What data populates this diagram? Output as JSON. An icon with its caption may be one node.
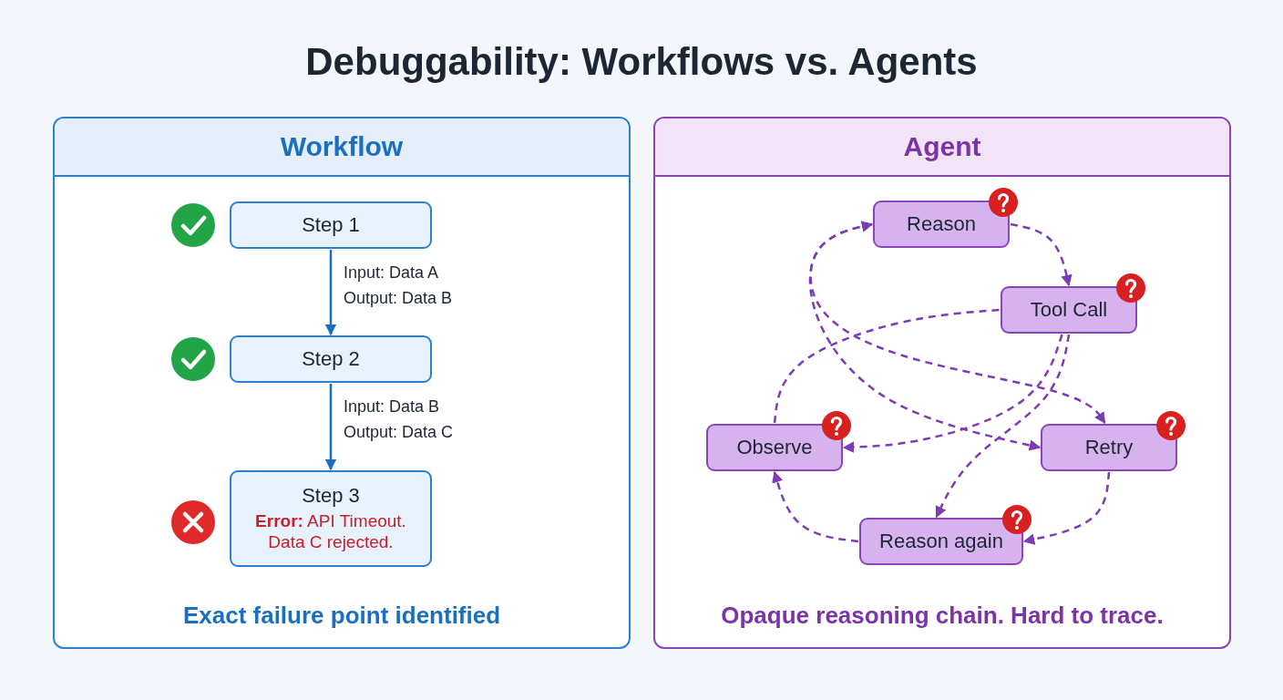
{
  "diagram": {
    "title": "Debuggability: Workflows vs. Agents",
    "nodes": [
      {
        "text": [
          "Workflow",
          "Exact failure point identified"
        ]
      },
      {
        "text": [
          "Step 1"
        ],
        "in": 0
      },
      {
        "text": [
          "Step 2"
        ],
        "in": 0
      },
      {
        "text": [
          "Step 3",
          "**Error:** API Timeout. Data C rejected."
        ],
        "in": 0
      },
      {
        "text": [
          "Agent",
          "Opaque reasoning chain. Hard to trace."
        ]
      },
      {
        "text": [
          "Reason"
        ],
        "in": 4
      },
      {
        "text": [
          "Tool Call"
        ],
        "in": 4
      },
      {
        "text": [
          "Observe"
        ],
        "in": 4
      },
      {
        "text": [
          "Retry"
        ],
        "in": 4
      },
      {
        "text": [
          "Reason again"
        ],
        "in": 4
      }
    ],
    "edges": [
      {
        "from": 1,
        "to": 2,
        "arrow": "to",
        "label": "Input: Data A Output: Data B",
        "color": "#1a6fc0"
      },
      {
        "from": 2,
        "to": 3,
        "arrow": "to",
        "label": "Input: Data B Output: Data C",
        "color": "#1a6fc0"
      },
      {
        "from": 5,
        "to": 6,
        "arrow": "to",
        "style": "dashed"
      },
      {
        "from": 6,
        "to": 9,
        "arrow": "to",
        "style": "dashed"
      },
      {
        "from": 6,
        "to": 7,
        "arrow": "to",
        "style": "dashed"
      },
      {
        "from": 7,
        "to": 6,
        "arrow": "none",
        "style": "dashed"
      },
      {
        "from": 8,
        "to": 9,
        "arrow": "to",
        "style": "dashed"
      },
      {
        "from": 9,
        "to": 7,
        "arrow": "to",
        "style": "dashed"
      },
      {
        "from": 5,
        "to": 8,
        "arrow": "both",
        "style": "dashed"
      },
      {
        "from": 5,
        "to": 8,
        "arrow": "to",
        "style": "dashed"
      }
    ]
  }
}
